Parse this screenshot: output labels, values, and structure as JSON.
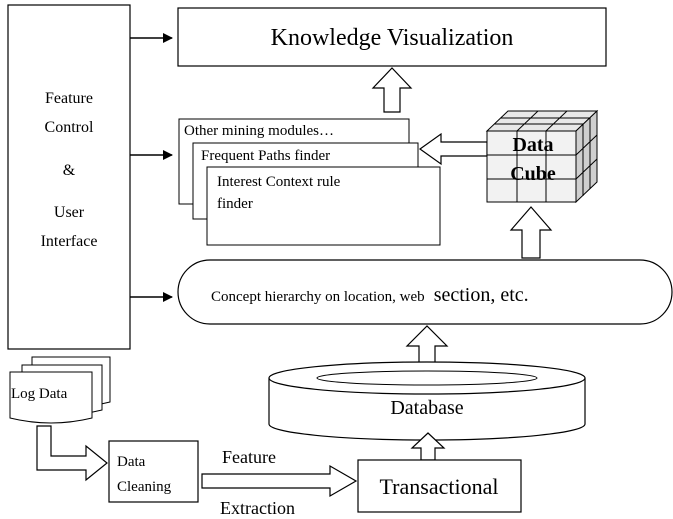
{
  "diagram": {
    "feature_control": {
      "lines": [
        "Feature",
        "Control",
        "&",
        "User",
        "Interface"
      ]
    },
    "knowledge_visualization": "Knowledge Visualization",
    "mining_modules": {
      "other": "Other mining modules…",
      "frequent_paths": "Frequent Paths finder",
      "interest_context_lines": [
        "Interest Context rule",
        "finder"
      ]
    },
    "data_cube": {
      "lines": [
        "Data",
        "Cube"
      ]
    },
    "concept_hierarchy": {
      "prefix": "Concept hierarchy on location, web",
      "suffix": "section, etc."
    },
    "database": "Database",
    "log_data": "Log Data",
    "data_cleaning": {
      "lines": [
        "Data",
        "Cleaning"
      ]
    },
    "feature_extraction": {
      "top": "Feature",
      "bottom": "Extraction"
    },
    "transactional": "Transactional"
  }
}
